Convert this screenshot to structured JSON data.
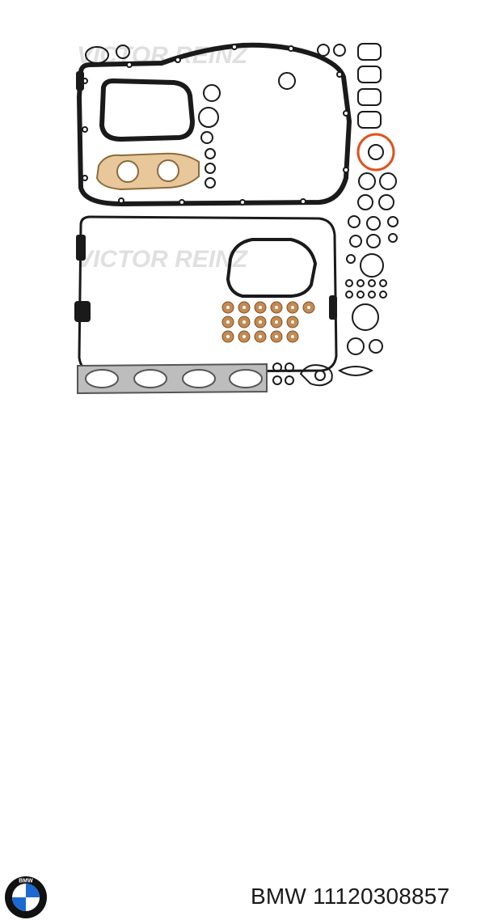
{
  "watermark": {
    "text": "VICTOR REINZ"
  },
  "logo": {
    "text": "BMW",
    "icon": "bmw-roundel-icon",
    "colors": {
      "ring": "#111111",
      "blue": "#1c69d4",
      "white": "#ffffff"
    }
  },
  "part": {
    "brand": "BMW",
    "number": "11120308857"
  },
  "colors": {
    "gasket": "#1a1a1a",
    "gasket_outline": "#333333",
    "manifold": "#e8c79a",
    "orange_ring": "#e0531e",
    "copper": "#c48a52",
    "grey_plate": "#bdbdbd"
  }
}
